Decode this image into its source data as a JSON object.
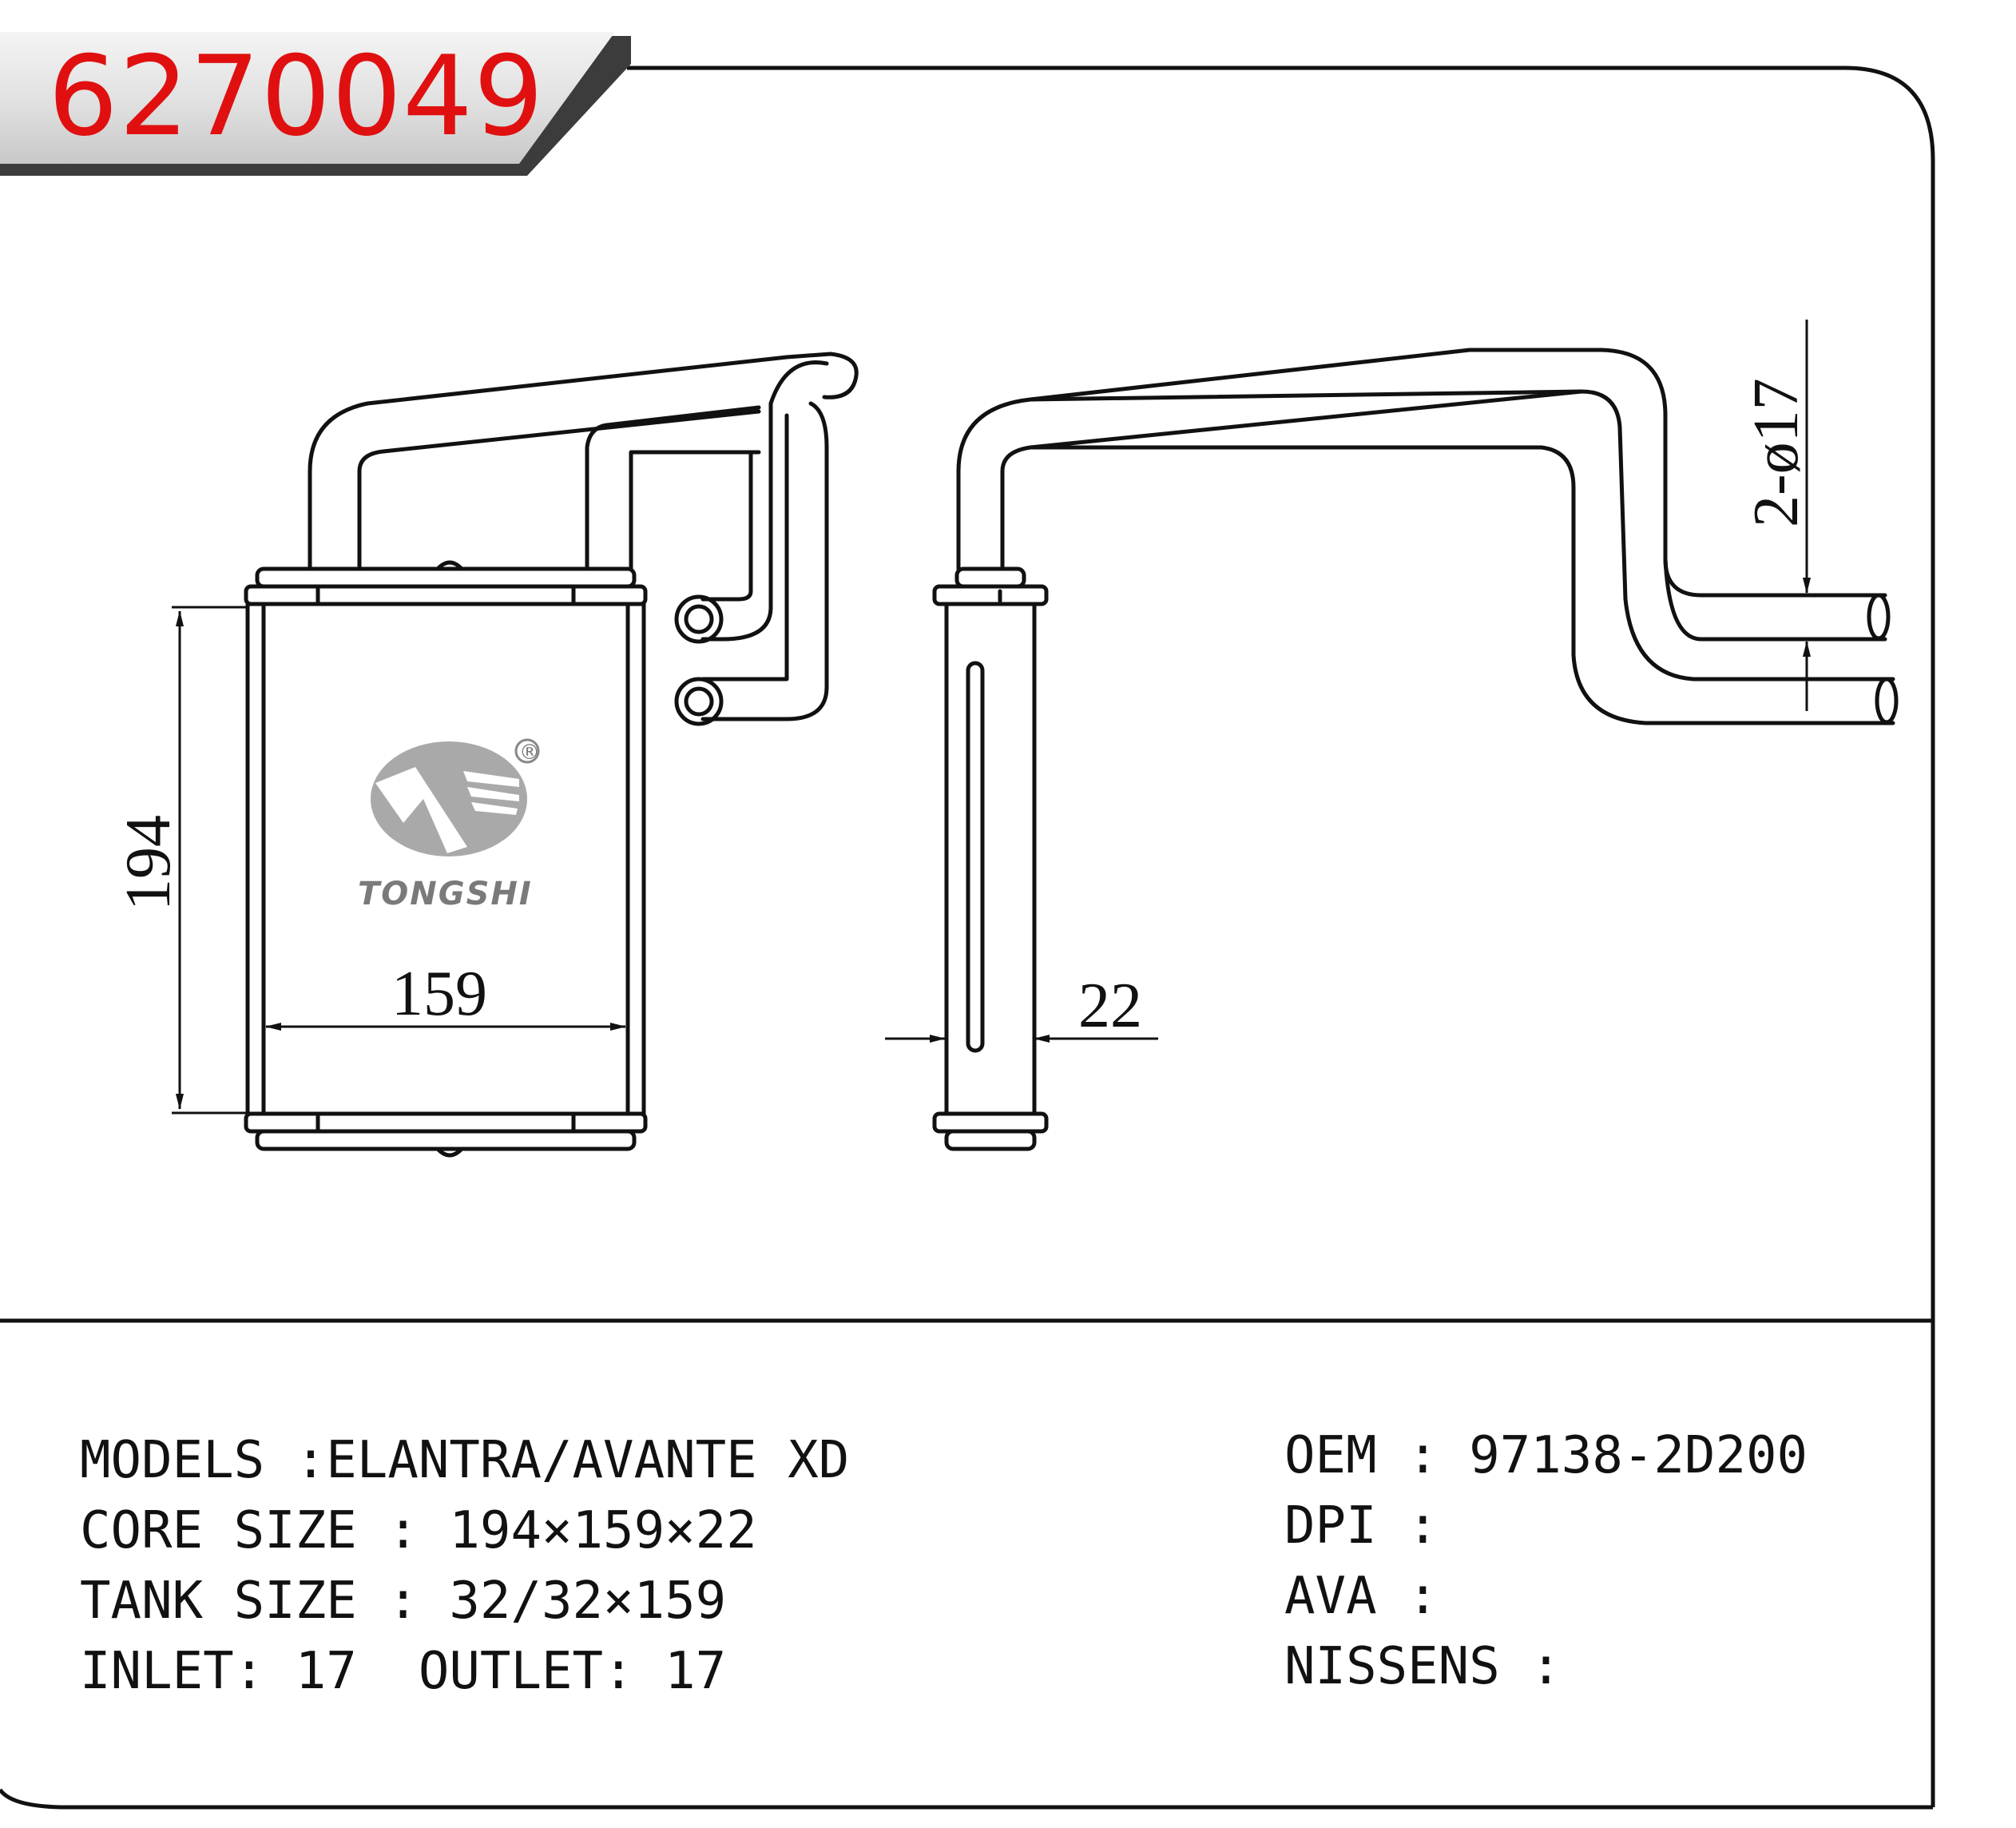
{
  "part_number": "6270049",
  "dimensions": {
    "height": "194",
    "width": "159",
    "depth": "22",
    "pipe": "2-ø17"
  },
  "logo": {
    "brand": "TONGSHI",
    "registered_mark": "®"
  },
  "specs": {
    "models": "MODELS :ELANTRA/AVANTE XD",
    "core_size": "CORE SIZE : 194×159×22",
    "tank_size": "TANK SIZE : 32/32×159",
    "inlet_outlet": "INLET: 17  OUTLET: 17"
  },
  "references": {
    "oem": "OEM : 97138-2D200",
    "dpi": "DPI :",
    "ava": "AVA :",
    "nissens": "NISSENS :"
  },
  "colors": {
    "part_number": "#e01010",
    "banner_dark": "#404040",
    "banner_light": "#f2f2f2",
    "logo_gray": "#999999"
  }
}
